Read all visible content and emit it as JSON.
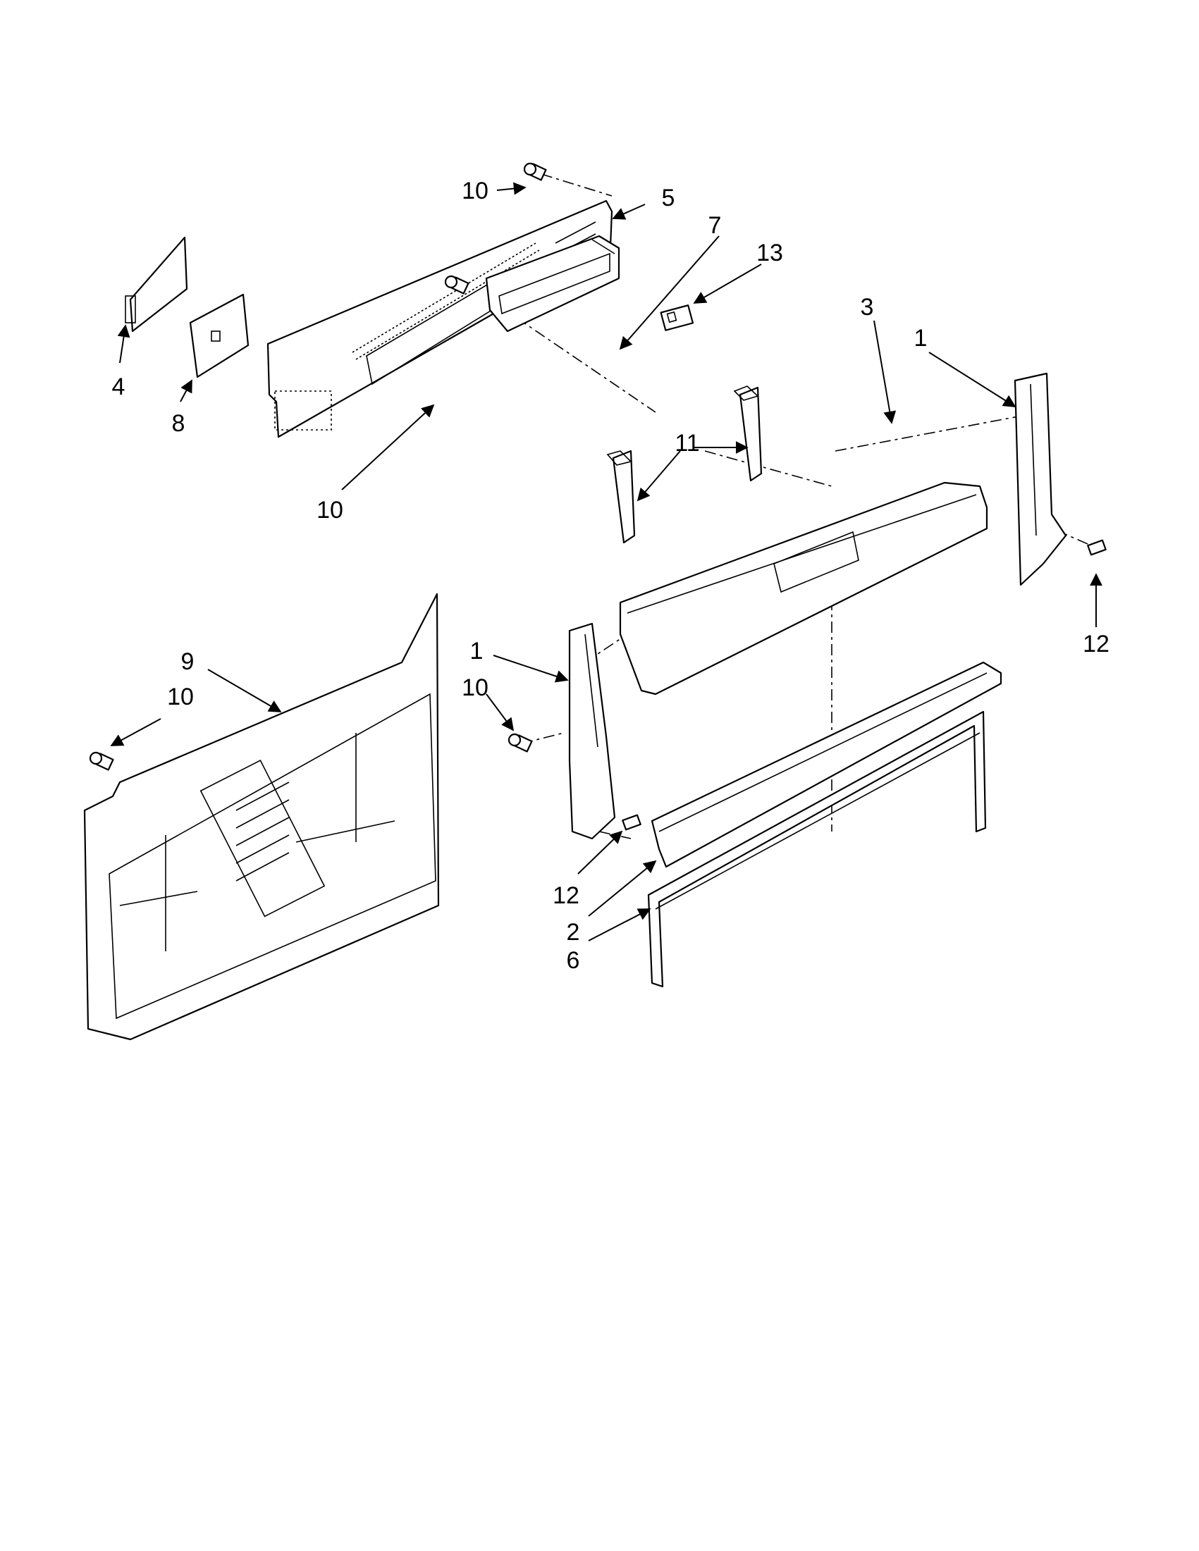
{
  "diagram": {
    "callouts": {
      "c10_top": "10",
      "c5": "5",
      "c7": "7",
      "c13": "13",
      "c4": "4",
      "c8": "8",
      "c3": "3",
      "c1_right": "1",
      "c10_mid": "10",
      "c11": "11",
      "c12_right": "12",
      "c9": "9",
      "c10_left": "10",
      "c1_left": "1",
      "c10_center": "10",
      "c12_center": "12",
      "c2": "2",
      "c6": "6"
    }
  }
}
